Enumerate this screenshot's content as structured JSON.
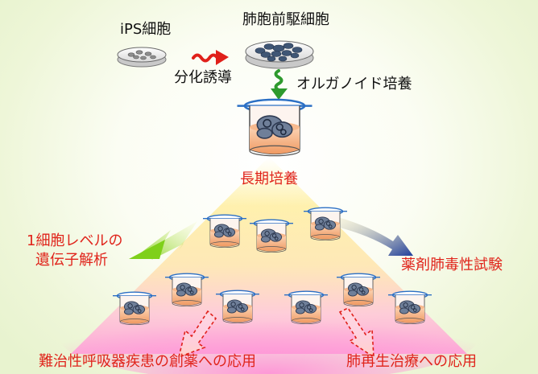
{
  "labels": {
    "ips": "iPS細胞",
    "progenitor": "肺胞前駆細胞",
    "induction": "分化誘導",
    "organoid": "オルガノイド培養",
    "long_term": "長期培養",
    "single_cell_line1": "1細胞レベルの",
    "single_cell_line2": "遺伝子解析",
    "toxicity": "薬剤肺毒性試験",
    "drug_discovery": "難治性呼吸器疾患の創薬への応用",
    "regeneration": "肺再生治療への応用"
  },
  "colors": {
    "label_red": "#e0241b",
    "arrow_red": "#e0201a",
    "arrow_green": "#2e9a2e",
    "arrow_blue": "#2a4aa0",
    "arrow_yellow_green": "#8ccf1e",
    "tissue_orange": "#f4a56e",
    "cell_dark": "#3b4a63"
  }
}
